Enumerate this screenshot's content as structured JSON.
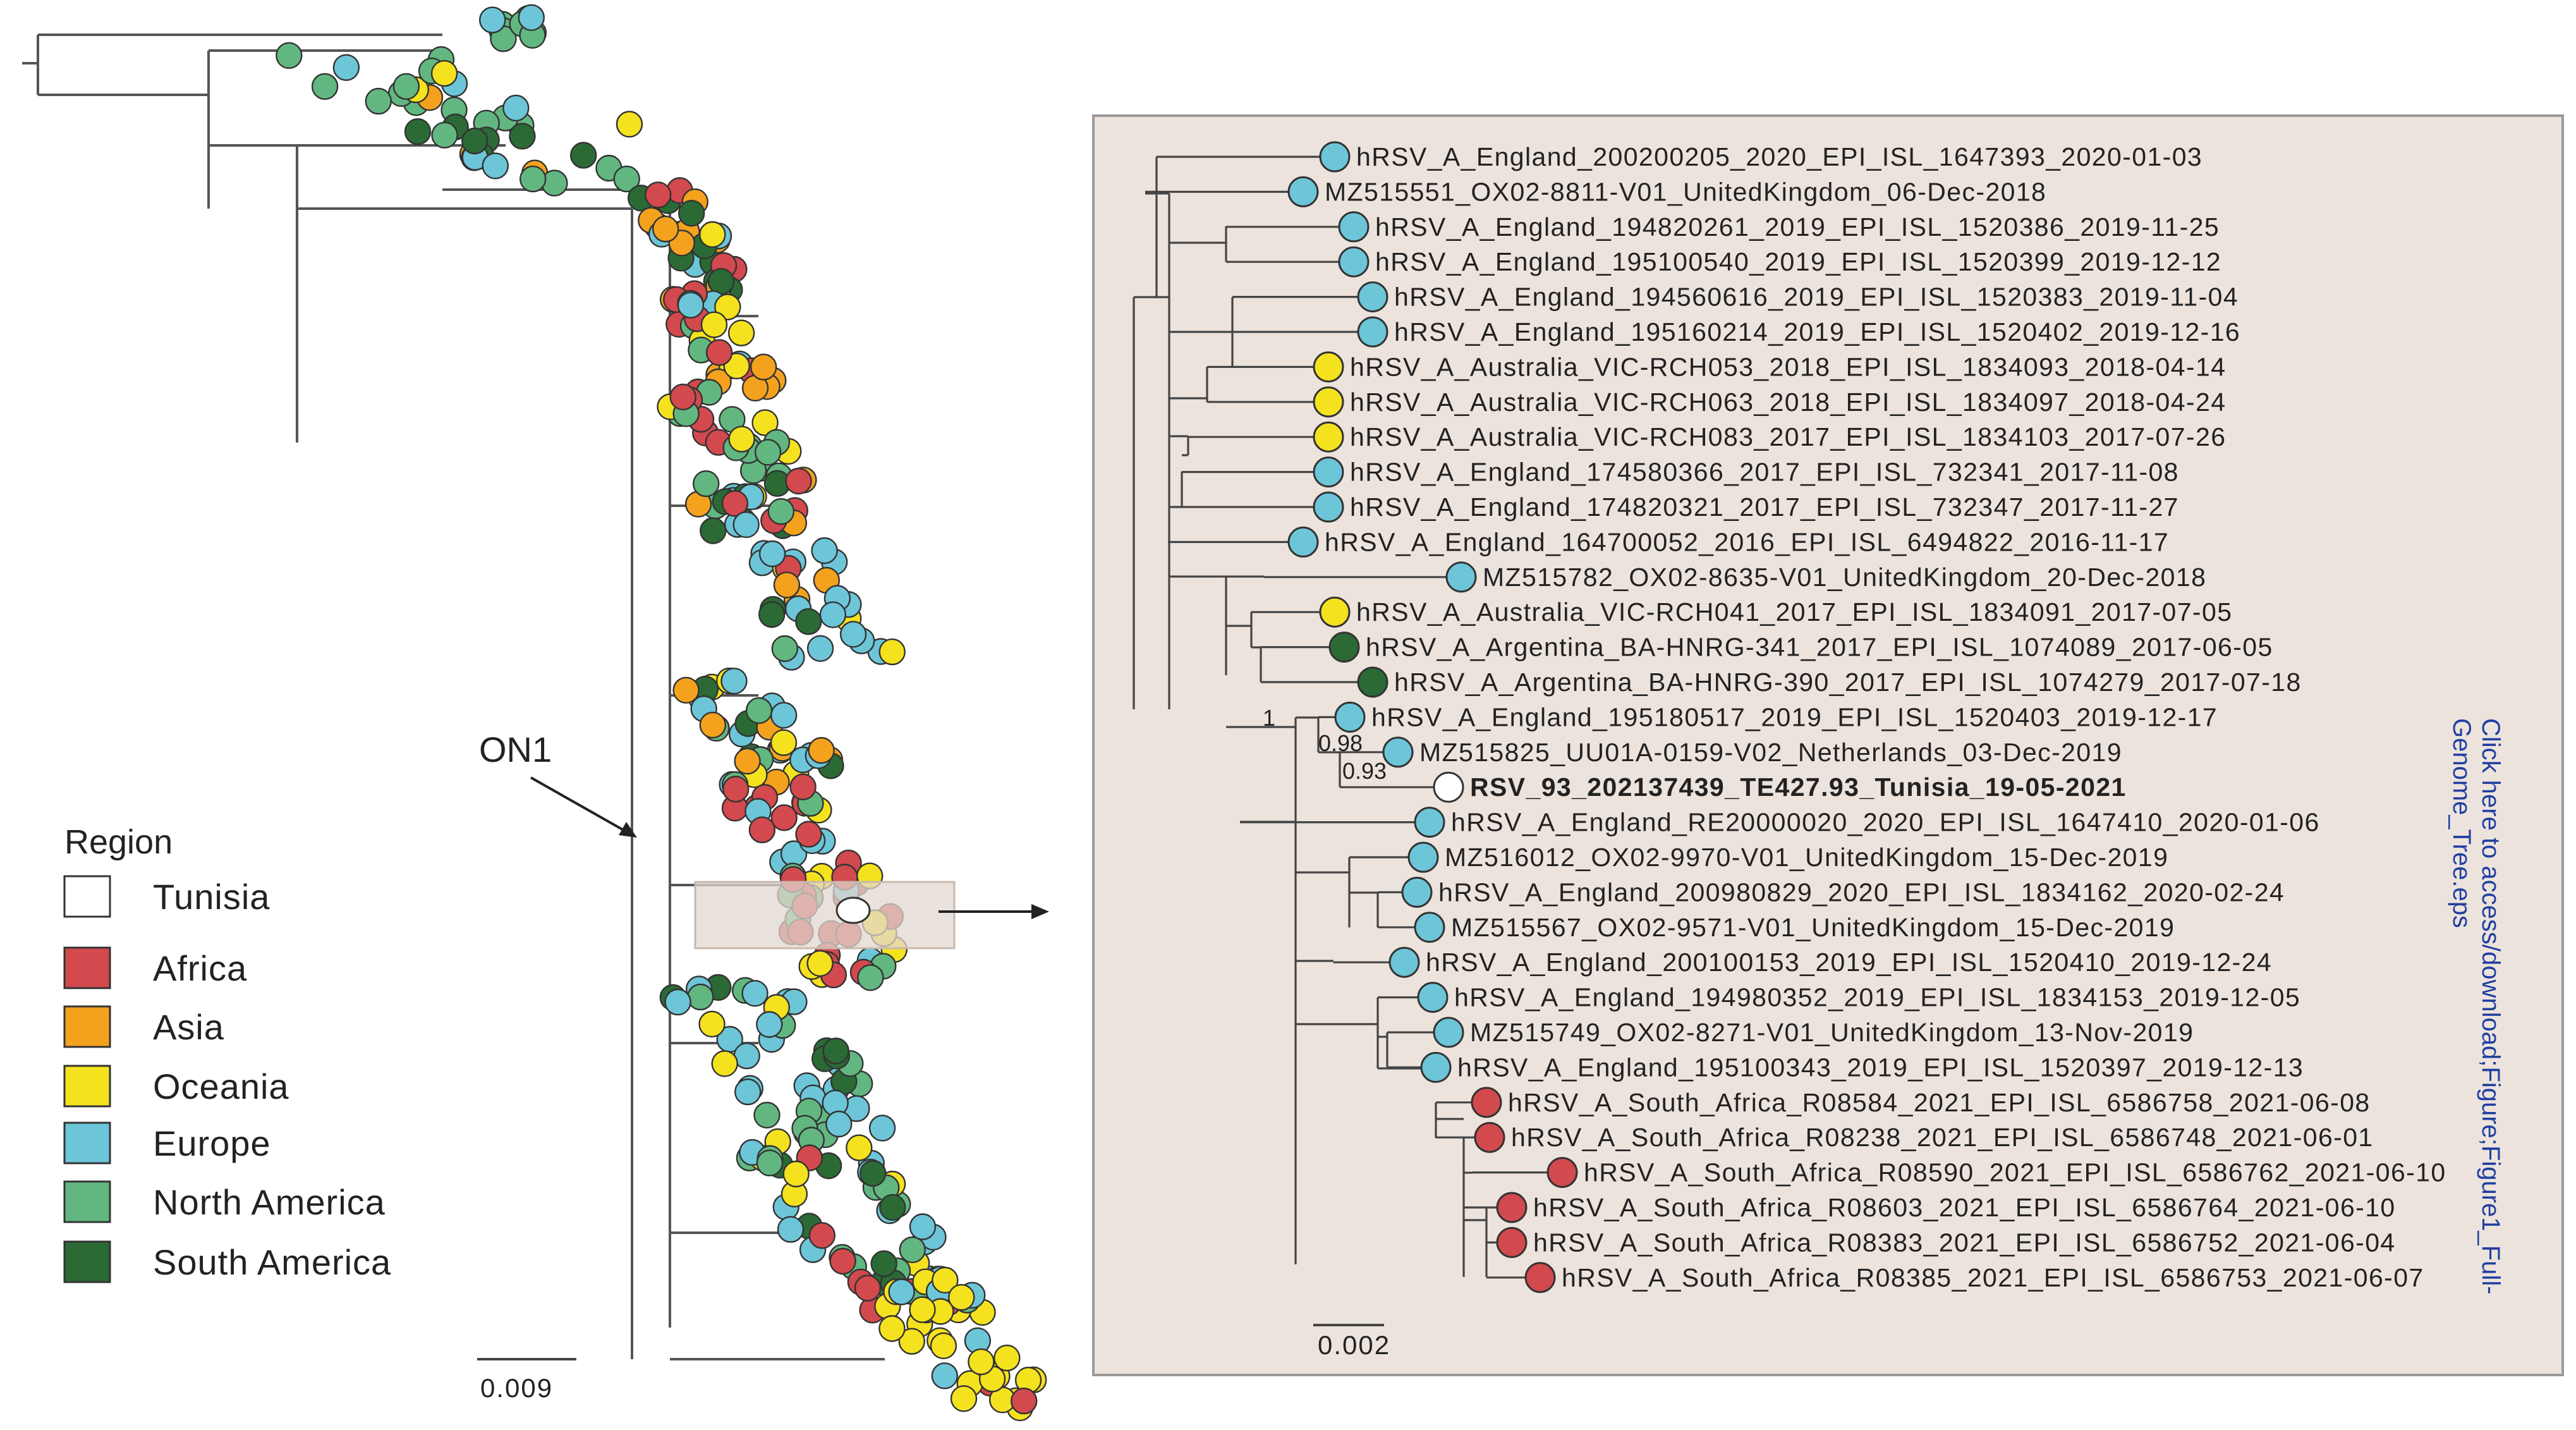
{
  "legend": {
    "title": "Region",
    "items": [
      {
        "label": "Tunisia",
        "color": "#ffffff"
      },
      {
        "label": "Africa",
        "color": "#d2494e"
      },
      {
        "label": "Asia",
        "color": "#f4a21e"
      },
      {
        "label": "Oceania",
        "color": "#f5e21f"
      },
      {
        "label": "Europe",
        "color": "#6dc5d8"
      },
      {
        "label": "North America",
        "color": "#62b780"
      },
      {
        "label": "South America",
        "color": "#2b6a35"
      }
    ]
  },
  "main_tree": {
    "genotype_label": "ON1",
    "scale_label": "0.009"
  },
  "zoom_panel": {
    "background": "#ece3dd",
    "scale_label": "0.002",
    "side_link_line1": "Click here to access/download;Figure;Figure1_Full-",
    "side_link_line2": "Genome_Tree.eps",
    "support_values": [
      "1",
      "0.98",
      "0.93"
    ],
    "tips": [
      {
        "label": "hRSV_A_England_200200205_2020_EPI_ISL_1647393_2020-01-03",
        "region": "Europe",
        "bold": false
      },
      {
        "label": "MZ515551_OX02-8811-V01_UnitedKingdom_06-Dec-2018",
        "region": "Europe",
        "bold": false
      },
      {
        "label": "hRSV_A_England_194820261_2019_EPI_ISL_1520386_2019-11-25",
        "region": "Europe",
        "bold": false
      },
      {
        "label": "hRSV_A_England_195100540_2019_EPI_ISL_1520399_2019-12-12",
        "region": "Europe",
        "bold": false
      },
      {
        "label": "hRSV_A_England_194560616_2019_EPI_ISL_1520383_2019-11-04",
        "region": "Europe",
        "bold": false
      },
      {
        "label": "hRSV_A_England_195160214_2019_EPI_ISL_1520402_2019-12-16",
        "region": "Europe",
        "bold": false
      },
      {
        "label": "hRSV_A_Australia_VIC-RCH053_2018_EPI_ISL_1834093_2018-04-14",
        "region": "Oceania",
        "bold": false
      },
      {
        "label": "hRSV_A_Australia_VIC-RCH063_2018_EPI_ISL_1834097_2018-04-24",
        "region": "Oceania",
        "bold": false
      },
      {
        "label": "hRSV_A_Australia_VIC-RCH083_2017_EPI_ISL_1834103_2017-07-26",
        "region": "Oceania",
        "bold": false
      },
      {
        "label": "hRSV_A_England_174580366_2017_EPI_ISL_732341_2017-11-08",
        "region": "Europe",
        "bold": false
      },
      {
        "label": "hRSV_A_England_174820321_2017_EPI_ISL_732347_2017-11-27",
        "region": "Europe",
        "bold": false
      },
      {
        "label": "hRSV_A_England_164700052_2016_EPI_ISL_6494822_2016-11-17",
        "region": "Europe",
        "bold": false
      },
      {
        "label": "MZ515782_OX02-8635-V01_UnitedKingdom_20-Dec-2018",
        "region": "Europe",
        "bold": false
      },
      {
        "label": "hRSV_A_Australia_VIC-RCH041_2017_EPI_ISL_1834091_2017-07-05",
        "region": "Oceania",
        "bold": false
      },
      {
        "label": "hRSV_A_Argentina_BA-HNRG-341_2017_EPI_ISL_1074089_2017-06-05",
        "region": "South America",
        "bold": false
      },
      {
        "label": "hRSV_A_Argentina_BA-HNRG-390_2017_EPI_ISL_1074279_2017-07-18",
        "region": "South America",
        "bold": false
      },
      {
        "label": "hRSV_A_England_195180517_2019_EPI_ISL_1520403_2019-12-17",
        "region": "Europe",
        "bold": false
      },
      {
        "label": "MZ515825_UU01A-0159-V02_Netherlands_03-Dec-2019",
        "region": "Europe",
        "bold": false
      },
      {
        "label": "RSV_93_202137439_TE427.93_Tunisia_19-05-2021",
        "region": "Tunisia",
        "bold": true
      },
      {
        "label": "hRSV_A_England_RE20000020_2020_EPI_ISL_1647410_2020-01-06",
        "region": "Europe",
        "bold": false
      },
      {
        "label": "MZ516012_OX02-9970-V01_UnitedKingdom_15-Dec-2019",
        "region": "Europe",
        "bold": false
      },
      {
        "label": "hRSV_A_England_200980829_2020_EPI_ISL_1834162_2020-02-24",
        "region": "Europe",
        "bold": false
      },
      {
        "label": "MZ515567_OX02-9571-V01_UnitedKingdom_15-Dec-2019",
        "region": "Europe",
        "bold": false
      },
      {
        "label": "hRSV_A_England_200100153_2019_EPI_ISL_1520410_2019-12-24",
        "region": "Europe",
        "bold": false
      },
      {
        "label": "hRSV_A_England_194980352_2019_EPI_ISL_1834153_2019-12-05",
        "region": "Europe",
        "bold": false
      },
      {
        "label": "MZ515749_OX02-8271-V01_UnitedKingdom_13-Nov-2019",
        "region": "Europe",
        "bold": false
      },
      {
        "label": "hRSV_A_England_195100343_2019_EPI_ISL_1520397_2019-12-13",
        "region": "Europe",
        "bold": false
      },
      {
        "label": "hRSV_A_South_Africa_R08584_2021_EPI_ISL_6586758_2021-06-08",
        "region": "Africa",
        "bold": false
      },
      {
        "label": "hRSV_A_South_Africa_R08238_2021_EPI_ISL_6586748_2021-06-01",
        "region": "Africa",
        "bold": false
      },
      {
        "label": "hRSV_A_South_Africa_R08590_2021_EPI_ISL_6586762_2021-06-10",
        "region": "Africa",
        "bold": false
      },
      {
        "label": "hRSV_A_South_Africa_R08603_2021_EPI_ISL_6586764_2021-06-10",
        "region": "Africa",
        "bold": false
      },
      {
        "label": "hRSV_A_South_Africa_R08383_2021_EPI_ISL_6586752_2021-06-04",
        "region": "Africa",
        "bold": false
      },
      {
        "label": "hRSV_A_South_Africa_R08385_2021_EPI_ISL_6586753_2021-06-07",
        "region": "Africa",
        "bold": false
      }
    ]
  }
}
